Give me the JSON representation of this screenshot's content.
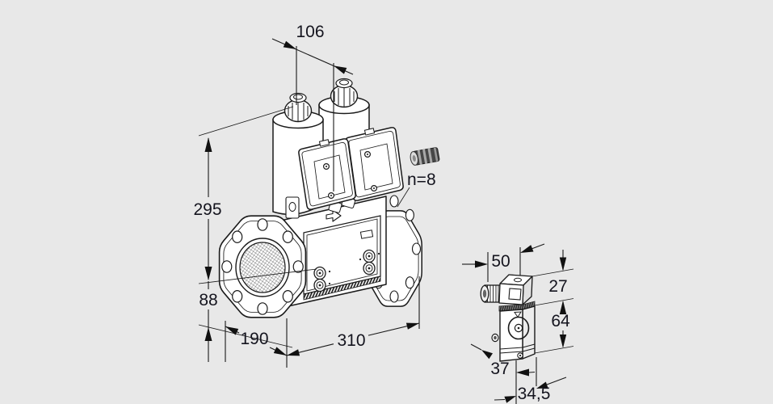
{
  "canvas": {
    "background": "#e8e8e8",
    "ink": "#1a1a1a",
    "dim_text_color": "#14141e"
  },
  "main_view": {
    "description": "double solenoid valve isometric dimensional drawing",
    "dims": {
      "solenoid_pitch": "106",
      "height_above_axis": "295",
      "axis_to_base": "88",
      "front_width": "190",
      "overall_length": "310",
      "flange_bolt_note": "n=8"
    }
  },
  "side_view": {
    "description": "pressure switch side dimensional drawing",
    "dims": {
      "connector_depth": "50",
      "connector_height": "27",
      "body_height": "64",
      "body_width": "37",
      "overall_depth": "34,5"
    }
  }
}
